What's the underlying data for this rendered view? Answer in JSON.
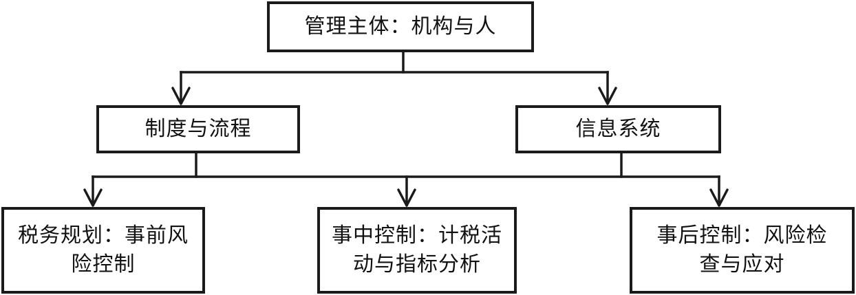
{
  "diagram": {
    "top": {
      "label": "管理主体：机构与人"
    },
    "middle": [
      {
        "label": "制度与流程"
      },
      {
        "label": "信息系统"
      }
    ],
    "bottom": [
      {
        "label": "税务规划：事前风险控制"
      },
      {
        "label": "事中控制：计税活动与指标分析"
      },
      {
        "label": "事后控制：风险检查与应对"
      }
    ]
  }
}
